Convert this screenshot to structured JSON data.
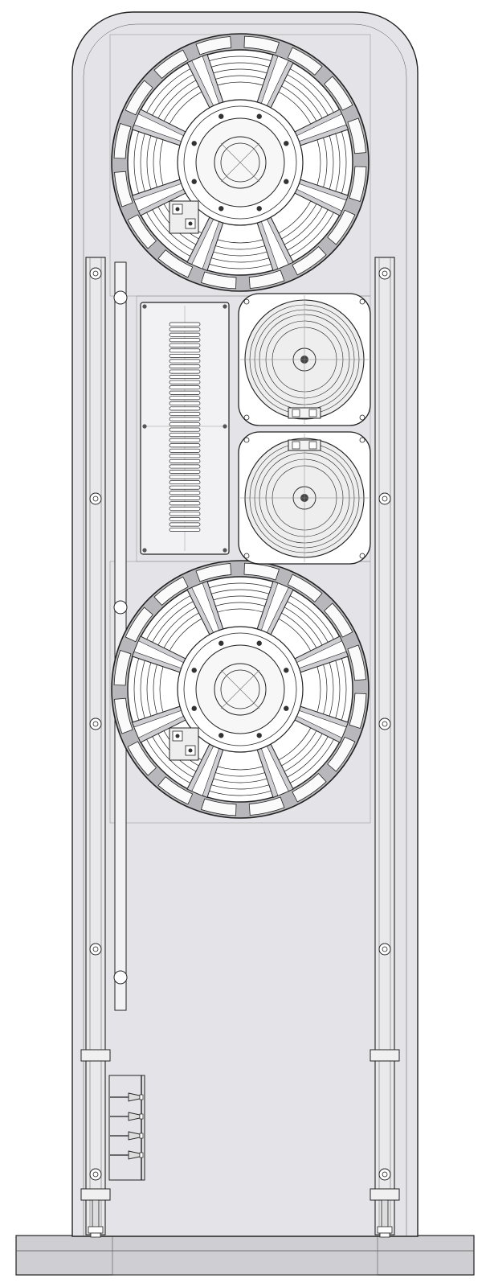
{
  "drawing": {
    "subject": "speaker-cabinet-rear-elevation",
    "colors": {
      "background": "#ffffff",
      "cabinet_fill": "#e4e4e8",
      "panel_fill": "#e9e9ec",
      "line": "#222222",
      "thin_line": "#555555",
      "plinth_fill": "#cfcfd3",
      "driver_rim": "#b8b8bc",
      "light_fill": "#f2f2f4"
    },
    "components": {
      "woofers": 2,
      "midrange_drivers": 2,
      "vent_slots": 40,
      "binding_posts": 4,
      "side_brace_bolts": 5
    }
  }
}
